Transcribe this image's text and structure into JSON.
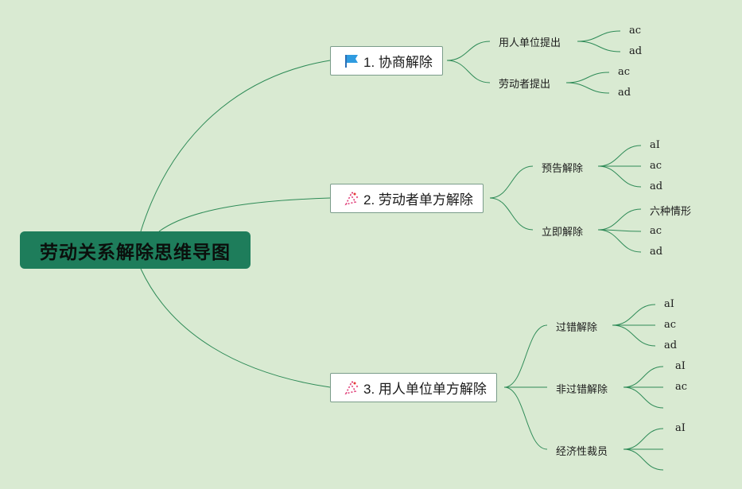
{
  "root": {
    "label": "劳动关系解除思维导图",
    "color": "#1e7d5b"
  },
  "line_color": "#2e8b57",
  "branches": [
    {
      "label": "1. 协商解除",
      "icon": "flag-icon",
      "children": [
        {
          "label": "用人单位提出",
          "children": [
            "ac",
            "ad"
          ]
        },
        {
          "label": "劳动者提出",
          "children": [
            "ac",
            "ad"
          ]
        }
      ]
    },
    {
      "label": "2. 劳动者单方解除",
      "icon": "party-popper-icon",
      "children": [
        {
          "label": "预告解除",
          "children": [
            "aI",
            "ac",
            "ad"
          ]
        },
        {
          "label": "立即解除",
          "children": [
            "六种情形",
            "ac",
            "ad"
          ]
        }
      ]
    },
    {
      "label": "3. 用人单位单方解除",
      "icon": "party-popper-icon",
      "children": [
        {
          "label": "过错解除",
          "children": [
            "aI",
            "ac",
            "ad"
          ]
        },
        {
          "label": "非过错解除",
          "children": [
            "aI",
            "ac",
            ""
          ]
        },
        {
          "label": "经济性裁员",
          "children": [
            "aI",
            "",
            ""
          ]
        }
      ]
    }
  ]
}
